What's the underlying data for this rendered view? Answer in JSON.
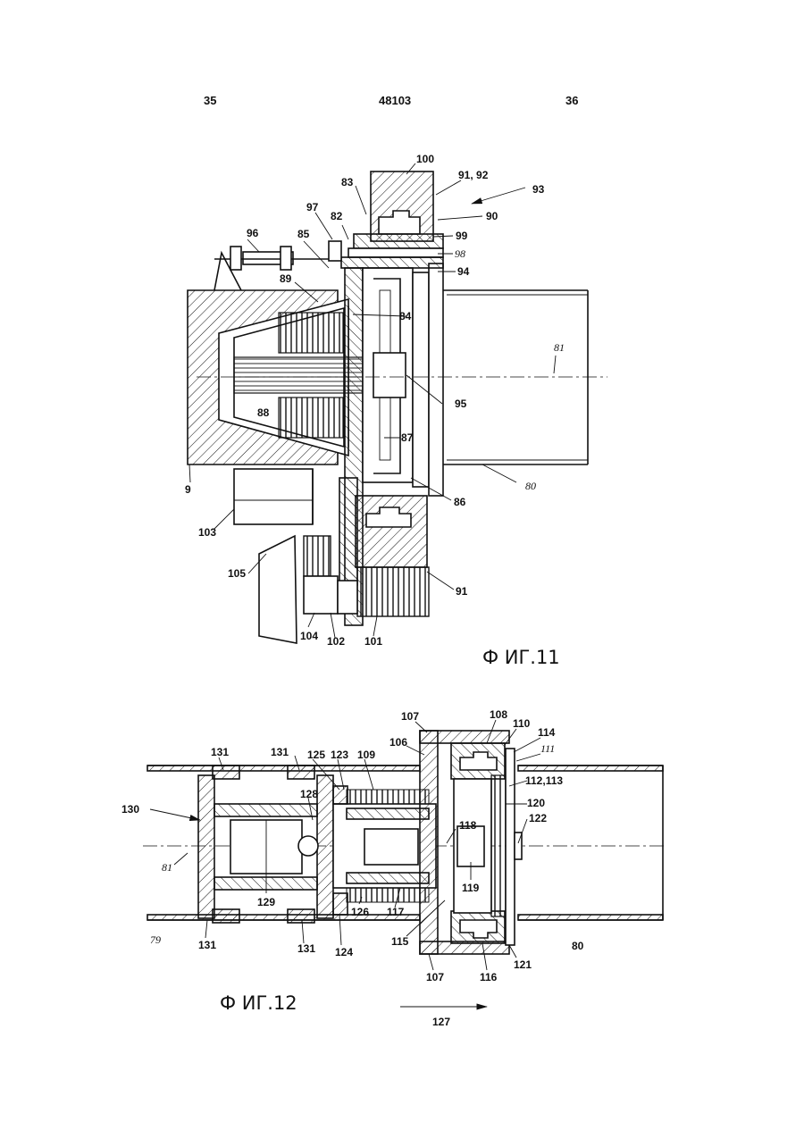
{
  "header": {
    "left_page": "35",
    "number": "48103",
    "right_page": "36"
  },
  "figure11": {
    "caption": "Ф ИГ.11",
    "labels": {
      "l100": "100",
      "l91_92": "91, 92",
      "l93": "93",
      "l83": "83",
      "l90": "90",
      "l97": "97",
      "l82": "82",
      "l99": "99",
      "l96": "96",
      "l85": "85",
      "l98": "98",
      "l94": "94",
      "l89": "89",
      "l84": "84",
      "l81": "81",
      "l95": "95",
      "l88": "88",
      "l87": "87",
      "l9": "9",
      "l80": "80",
      "l86": "86",
      "l103": "103",
      "l105": "105",
      "l91b": "91",
      "l104": "104",
      "l102": "102",
      "l101": "101"
    }
  },
  "figure12": {
    "caption": "Ф ИГ.12",
    "labels": {
      "l107a": "107",
      "l108": "108",
      "l110": "110",
      "l114": "114",
      "l111": "111",
      "l131a": "131",
      "l131b": "131",
      "l125": "125",
      "l123": "123",
      "l109": "109",
      "l106": "106",
      "l112_113": "112,113",
      "l128": "128",
      "l120": "120",
      "l130": "130",
      "l118": "118",
      "l122": "122",
      "l81": "81",
      "l119": "119",
      "l129": "129",
      "l126": "126",
      "l117": "117",
      "l115": "115",
      "l79": "79",
      "l131c": "131",
      "l131d": "131",
      "l124": "124",
      "l80": "80",
      "l107b": "107",
      "l116": "116",
      "l121": "121",
      "l127": "127"
    }
  }
}
